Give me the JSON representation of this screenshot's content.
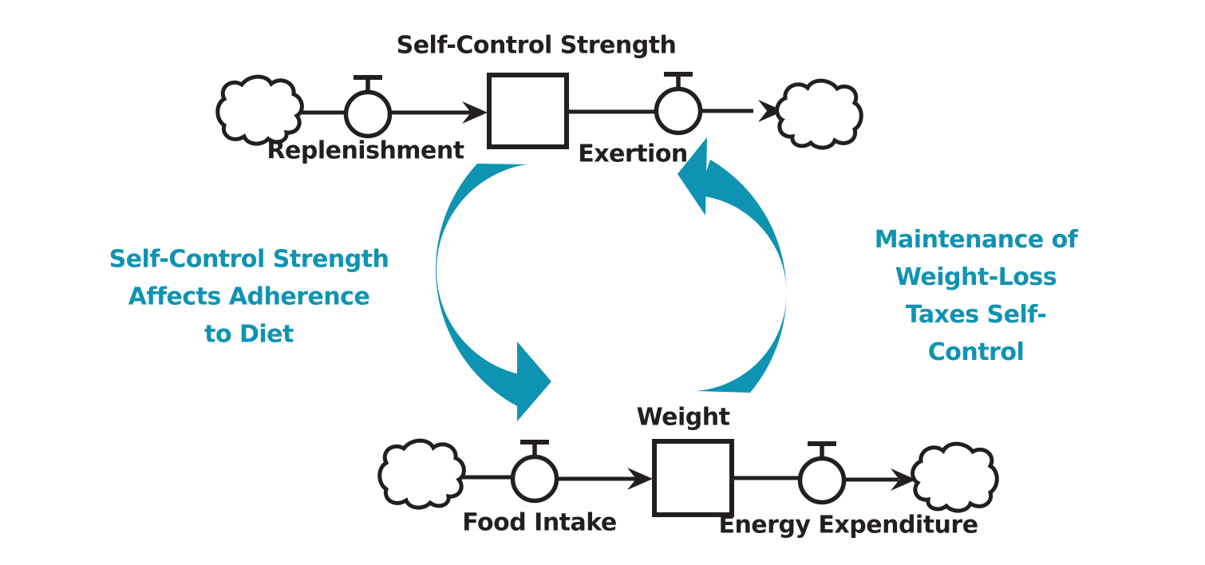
{
  "diagram": {
    "type": "stock-and-flow feedback loop diagram",
    "colors": {
      "ink": "#231f20",
      "accent_teal": "#0f93b2",
      "background": "#ffffff"
    },
    "symbols": {
      "stock": "rectangle",
      "flow_valve": "circle-with-tee-handle",
      "source_sink": "cloud",
      "flow_direction": "solid-black-arrowhead",
      "feedback_loop": "two-teal-crescent-arrows-counterclockwise"
    },
    "top_flow": {
      "stock_label": "Self-Control Strength",
      "inflow_label": "Replenishment",
      "outflow_label": "Exertion"
    },
    "bottom_flow": {
      "stock_label": "Weight",
      "inflow_label": "Food Intake",
      "outflow_label": "Energy Expenditure"
    },
    "loop_annotations": {
      "left": {
        "lines": [
          "Self-Control Strength",
          "Affects Adherence",
          "to Diet"
        ],
        "arrow_direction": "downward toward Weight flow"
      },
      "right": {
        "lines": [
          "Maintenance of",
          "Weight-Loss",
          "Taxes Self-Control"
        ],
        "arrow_direction": "upward toward Exertion"
      }
    }
  }
}
